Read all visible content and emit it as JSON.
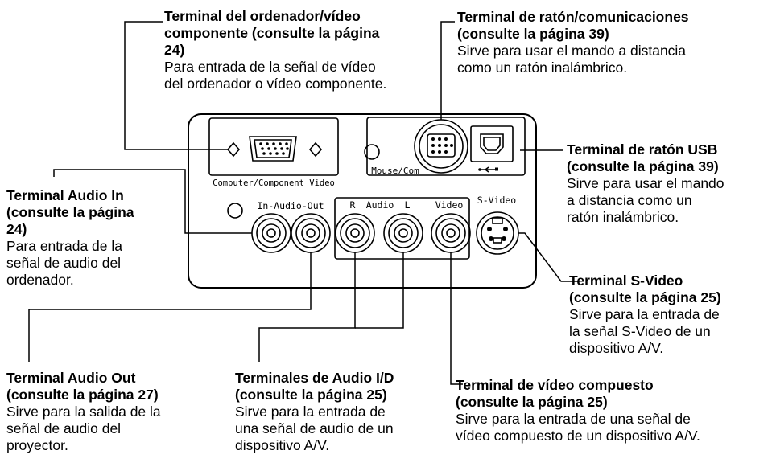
{
  "captions": {
    "computer": {
      "title_lines": [
        "Terminal del ordenador/vídeo",
        "componente (consulte la página",
        "24)"
      ],
      "body_lines": [
        "Para entrada de la señal de vídeo",
        "del ordenador o vídeo componente."
      ]
    },
    "mouse_com": {
      "title_lines": [
        "Terminal de ratón/comunicaciones",
        "(consulte la página 39)"
      ],
      "body_lines": [
        "Sirve para usar el mando a distancia",
        "como un ratón inalámbrico."
      ]
    },
    "usb": {
      "title_lines": [
        "Terminal de ratón USB",
        "(consulte la página 39)"
      ],
      "body_lines": [
        "Sirve para usar el mando",
        "a distancia como un",
        "ratón inalámbrico."
      ]
    },
    "audio_in": {
      "title_lines": [
        "Terminal Audio In",
        "(consulte la página",
        "24)"
      ],
      "body_lines": [
        "Para entrada de la",
        "señal de audio del",
        "ordenador."
      ]
    },
    "s_video": {
      "title_lines": [
        "Terminal S-Video",
        "(consulte la página 25)"
      ],
      "body_lines": [
        "Sirve para la entrada de",
        "la señal S-Video de un",
        "dispositivo A/V."
      ]
    },
    "audio_out": {
      "title_lines": [
        "Terminal Audio Out",
        "(consulte la página 27)"
      ],
      "body_lines": [
        "Sirve para la salida de la",
        "señal de audio del",
        "proyector."
      ]
    },
    "audio_lr": {
      "title_lines": [
        "Terminales de Audio I/D",
        "(consulte la página 25)"
      ],
      "body_lines": [
        "Sirve para la entrada de",
        "una señal de audio de un",
        "dispositivo A/V."
      ]
    },
    "composite": {
      "title_lines": [
        "Terminal de vídeo compuesto",
        "(consulte la página 25)"
      ],
      "body_lines": [
        "Sirve para la entrada de una señal de",
        "vídeo compuesto de un dispositivo A/V."
      ]
    }
  },
  "panel_labels": {
    "computer_video": "Computer/Component Video",
    "mouse_com": "Mouse/Com",
    "in_audio_out": "In-Audio-Out",
    "audio_r": "R",
    "audio_word": "Audio",
    "audio_l": "L",
    "video": "Video",
    "s_video": "S-Video"
  }
}
